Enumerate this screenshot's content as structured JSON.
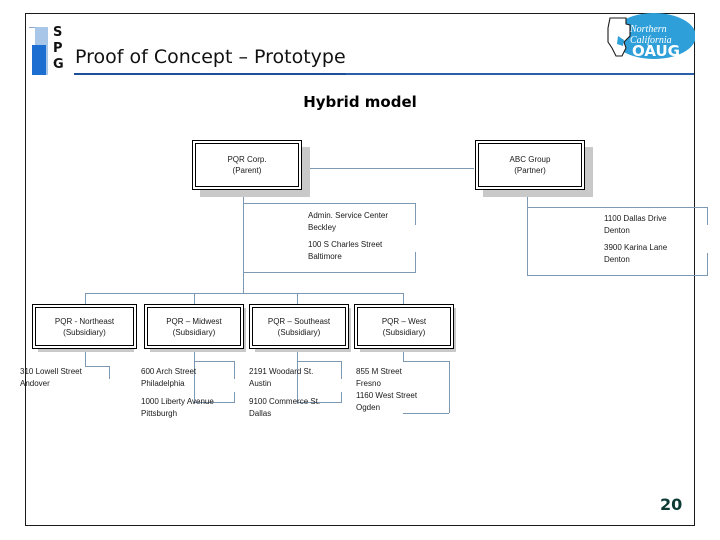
{
  "slide": {
    "title": "Proof of Concept – Prototype",
    "subtitle": "Hybrid model",
    "page_number": "20",
    "accent_color": "#2b5faa",
    "page_number_color": "#0d3b34"
  },
  "logos": {
    "spg": {
      "letters": "S\nP\nG",
      "name": "spg-logo"
    },
    "oaug": {
      "line1": "Northern",
      "line2": "California",
      "line3": "OAUG",
      "ellipse_color": "#2e9fd8",
      "text_color": "#ffffff"
    }
  },
  "chart_data": {
    "type": "diagram",
    "title": "Hybrid model",
    "nodes": [
      {
        "id": "pqr-corp",
        "label_line1": "PQR Corp.",
        "label_line2": "(Parent)"
      },
      {
        "id": "abc-group",
        "label_line1": "ABC Group",
        "label_line2": "(Partner)"
      },
      {
        "id": "pqr-northeast",
        "label_line1": "PQR - Northeast",
        "label_line2": "(Subsidiary)"
      },
      {
        "id": "pqr-midwest",
        "label_line1": "PQR – Midwest",
        "label_line2": "(Subsidiary)"
      },
      {
        "id": "pqr-southeast",
        "label_line1": "PQR – Southeast",
        "label_line2": "(Subsidiary)"
      },
      {
        "id": "pqr-west",
        "label_line1": "PQR – West",
        "label_line2": "(Subsidiary)"
      }
    ],
    "annotations": [
      {
        "id": "ann-beckley",
        "parent": "pqr-corp",
        "line1": "Admin. Service Center",
        "line2": "Beckley"
      },
      {
        "id": "ann-baltimore",
        "parent": "pqr-corp",
        "line1": "100 S Charles Street",
        "line2": "Baltimore"
      },
      {
        "id": "ann-denton-1",
        "parent": "abc-group",
        "line1": "1100 Dallas Drive",
        "line2": "Denton"
      },
      {
        "id": "ann-denton-2",
        "parent": "abc-group",
        "line1": "3900 Karina Lane",
        "line2": "Denton"
      },
      {
        "id": "ann-andover",
        "parent": "pqr-northeast",
        "line1": "310 Lowell Street",
        "line2": "Andover"
      },
      {
        "id": "ann-philadelphia",
        "parent": "pqr-midwest",
        "line1": "600 Arch Street",
        "line2": "Philadelphia"
      },
      {
        "id": "ann-pittsburgh",
        "parent": "pqr-midwest",
        "line1": "1000 Liberty Avenue",
        "line2": "Pittsburgh"
      },
      {
        "id": "ann-austin",
        "parent": "pqr-southeast",
        "line1": "2191 Woodard St.",
        "line2": "Austin"
      },
      {
        "id": "ann-dallas",
        "parent": "pqr-southeast",
        "line1": "9100 Commerce St.",
        "line2": "Dallas"
      },
      {
        "id": "ann-fresno",
        "parent": "pqr-west",
        "line1": "855 M Street",
        "line2": "Fresno"
      },
      {
        "id": "ann-ogden",
        "parent": "pqr-west",
        "line1": "1160 West Street",
        "line2": "Ogden"
      }
    ],
    "connector_color": "#7d98b3",
    "node_border_color": "#000000",
    "node_shadow_color": "#c9c9c9"
  }
}
